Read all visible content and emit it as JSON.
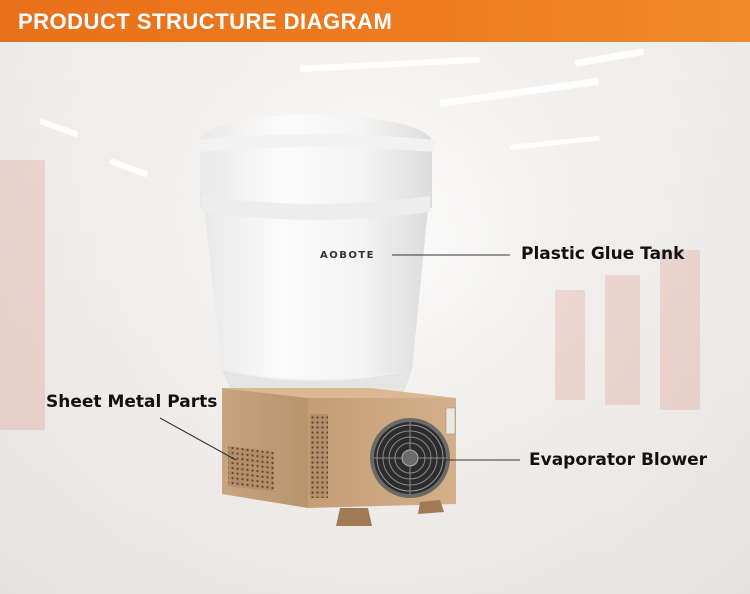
{
  "header": {
    "title": "PRODUCT STRUCTURE DIAGRAM"
  },
  "product": {
    "brand": "AOBOTE"
  },
  "callouts": {
    "tank": "Plastic Glue Tank",
    "sheet_metal": "Sheet Metal Parts",
    "blower": "Evaporator Blower"
  },
  "colors": {
    "header": "#ee7d22",
    "cabinet": "#c9a57f",
    "tank": "#f7f7f7"
  }
}
